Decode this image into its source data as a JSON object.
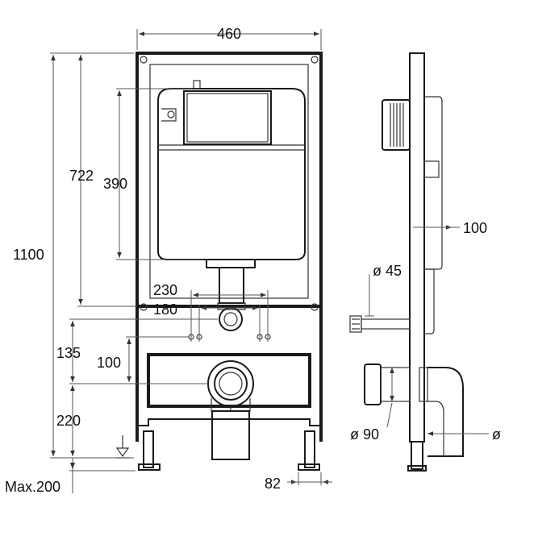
{
  "dimensions": {
    "frame_width": "460",
    "total_height": "1100",
    "tank_top_height": "722",
    "tank_height": "390",
    "bolt_spacing_outer": "230",
    "bolt_spacing_inner": "180",
    "outlet_height": "220",
    "bolt_to_outlet": "135",
    "bolt_height_above_outlet": "100",
    "floor_adjust": "Max.200",
    "foot_width": "82",
    "side_depth": "100",
    "water_inlet": "ø 45",
    "drain_diameter": "ø 90",
    "drain_outlet": "ø"
  }
}
